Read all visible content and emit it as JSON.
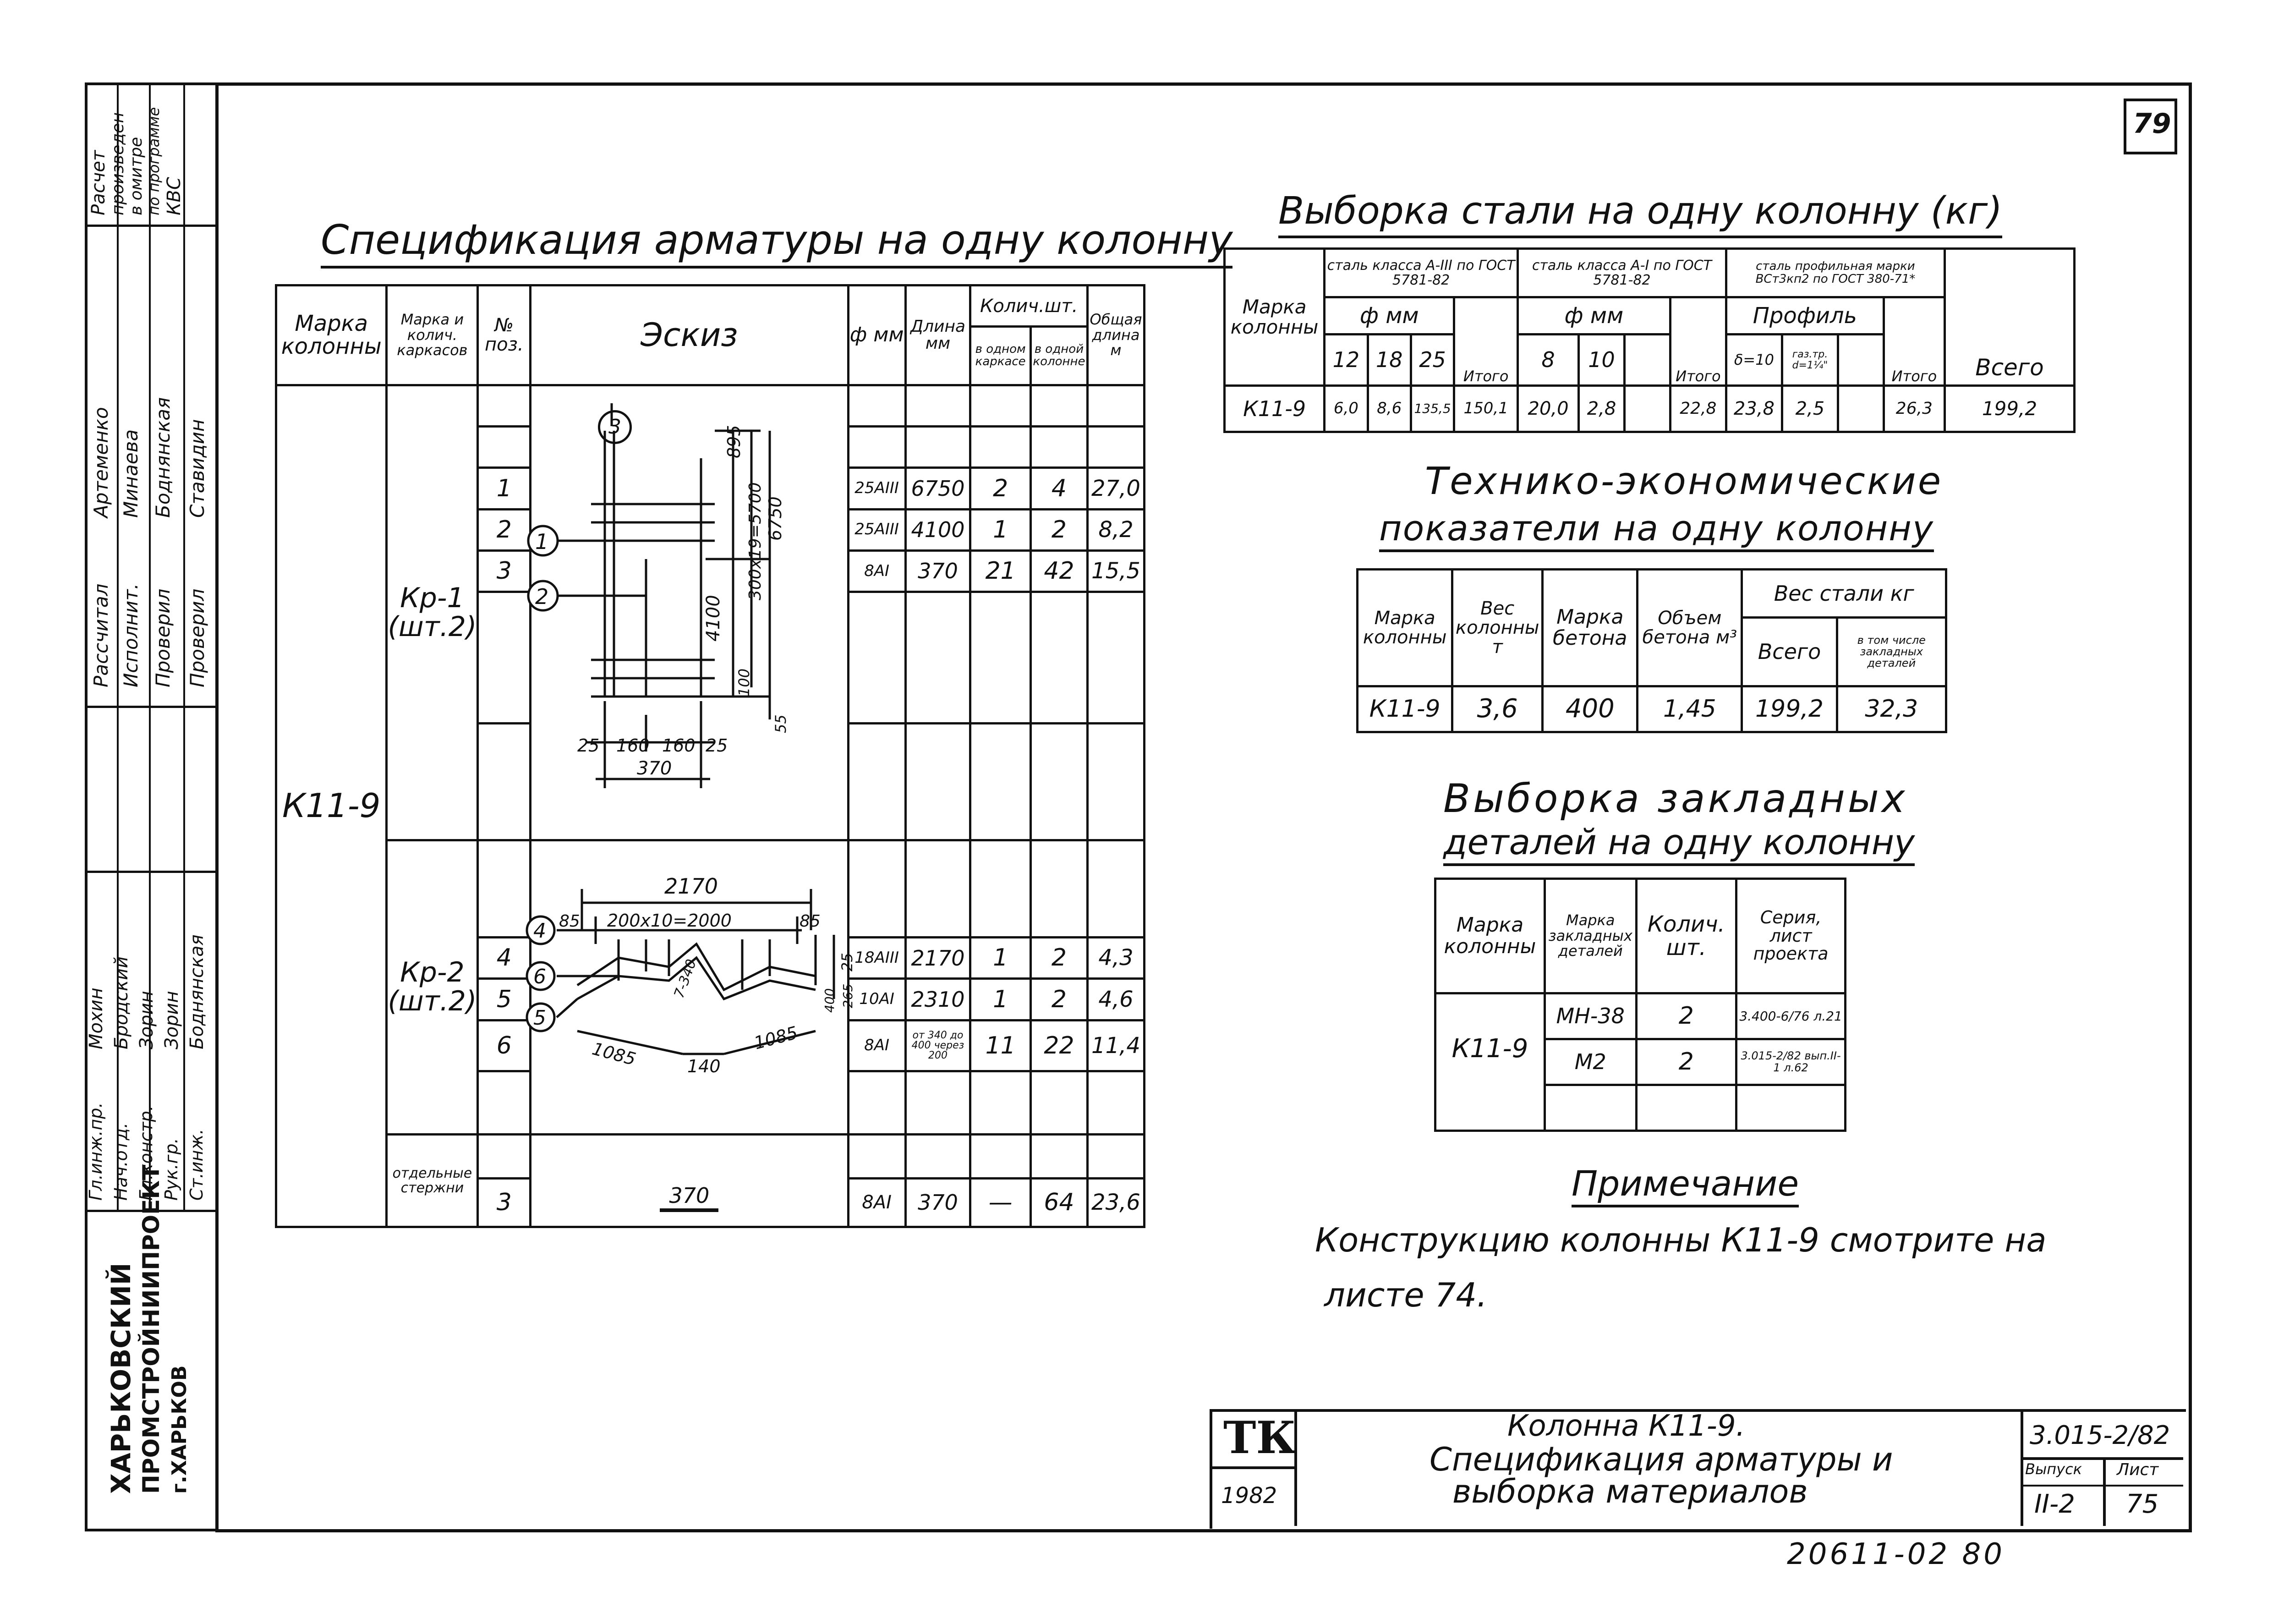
{
  "page_number": "79",
  "stamp": {
    "lines": [
      "Расчет",
      "произведен",
      "в омитре",
      "по программе",
      "КВС"
    ],
    "roles": [
      "Рассчитал",
      "Исполнит.",
      "Проверил",
      "Проверил"
    ],
    "names": [
      "Артеменко",
      "Минаева",
      "Боднянская",
      "Ставидин"
    ],
    "chiefs": [
      "Гл.инж.пр.",
      "Нач.отд.",
      "Гл.констр.",
      "Рук.гр.",
      "Ст.инж."
    ],
    "chief_names": [
      "Мохин",
      "Бродский",
      "Зорин",
      "Зорин",
      "Боднянская"
    ],
    "org": [
      "ХАРЬКОВСКИЙ",
      "ПРОМСТРОЙНИИПРОЕКТ",
      "г.ХАРЬКОВ"
    ]
  },
  "spec": {
    "title": "Спецификация арматуры на одну колонну",
    "headers": {
      "marka": "Марка колонны",
      "karkas": "Марка и колич. каркасов",
      "pos": "№ поз.",
      "eskiz": "Эскиз",
      "phi": "ф мм",
      "dlina": "Длина мм",
      "kolich": "Колич.шт.",
      "v_odnom": "в одном каркасе",
      "v_odnoi": "в одной колонне",
      "obshch": "Общая длина м"
    },
    "column_mark": "К11-9",
    "groups": [
      {
        "name": "Кр-1 (шт.2)",
        "rows": [
          {
            "pos": "1",
            "phi": "25АIII",
            "len": "6750",
            "per_frame": "2",
            "per_col": "4",
            "total": "27,0"
          },
          {
            "pos": "2",
            "phi": "25АIII",
            "len": "4100",
            "per_frame": "1",
            "per_col": "2",
            "total": "8,2"
          },
          {
            "pos": "3",
            "phi": "8АI",
            "len": "370",
            "per_frame": "21",
            "per_col": "42",
            "total": "15,5"
          }
        ],
        "sketch": {
          "callouts": [
            "③",
            "①",
            "②"
          ],
          "dims": [
            "895",
            "300x19=5700",
            "6750",
            "4100",
            "100",
            "55",
            "25",
            "160",
            "160",
            "25",
            "370"
          ]
        }
      },
      {
        "name": "Кр-2 (шт.2)",
        "rows": [
          {
            "pos": "4",
            "phi": "18АIII",
            "len": "2170",
            "per_frame": "1",
            "per_col": "2",
            "total": "4,3"
          },
          {
            "pos": "5",
            "phi": "10АI",
            "len": "2310",
            "per_frame": "1",
            "per_col": "2",
            "total": "4,6"
          },
          {
            "pos": "6",
            "phi": "8АI",
            "len": "от 340 до 400 через 200",
            "per_frame": "11",
            "per_col": "22",
            "total": "11,4"
          }
        ],
        "sketch": {
          "callouts": [
            "④",
            "⑥",
            "⑤"
          ],
          "dims": [
            "2170",
            "85",
            "200x10=2000",
            "85",
            "25",
            "400",
            "265",
            "7-340",
            "1085",
            "140",
            "1085"
          ]
        }
      },
      {
        "name": "отдельные стержни",
        "rows": [
          {
            "pos": "3",
            "phi": "8АI",
            "len": "370",
            "per_frame": "—",
            "per_col": "64",
            "total": "23,6"
          }
        ],
        "sketch": {
          "dims": [
            "370"
          ]
        }
      }
    ]
  },
  "steel": {
    "title": "Выборка стали на одну колонну (кг)",
    "h_marka": "Марка колонны",
    "h_a3": "сталь класса А-III по ГОСТ 5781-82",
    "h_a1": "сталь класса А-I по ГОСТ 5781-82",
    "h_prof": "сталь профильная марки ВСт3кп2 по ГОСТ 380-71*",
    "h_phi": "ф мм",
    "h_profile": "Профиль",
    "sub_a3": [
      "12",
      "18",
      "25",
      "Итого"
    ],
    "sub_a1": [
      "8",
      "10",
      "",
      "Итого"
    ],
    "sub_prof": [
      "δ=10",
      "газ.тр. d=1¼\"",
      "",
      "Итого"
    ],
    "h_total": "Всего",
    "row": {
      "mark": "К11-9",
      "a3": [
        "6,0",
        "8,6",
        "135,5",
        "150,1"
      ],
      "a1": [
        "20,0",
        "2,8",
        "",
        "22,8"
      ],
      "prof": [
        "23,8",
        "2,5",
        "",
        "26,3"
      ],
      "total": "199,2"
    }
  },
  "tep": {
    "title1": "Технико-экономические",
    "title2": "показатели на одну колонну",
    "h": [
      "Марка колонны",
      "Вес колонны т",
      "Марка бетона",
      "Объем бетона м³",
      "Вес стали кг",
      "Всего",
      "в том числе закладных деталей"
    ],
    "row": [
      "К11-9",
      "3,6",
      "400",
      "1,45",
      "199,2",
      "32,3"
    ]
  },
  "embedded": {
    "title1": "Выборка закладных",
    "title2": "деталей на одну колонну",
    "h": [
      "Марка колонны",
      "Марка закладных деталей",
      "Колич. шт.",
      "Серия, лист проекта"
    ],
    "mark": "К11-9",
    "rows": [
      {
        "detail": "МН-38",
        "qty": "2",
        "series": "3.400-6/76 л.21"
      },
      {
        "detail": "М2",
        "qty": "2",
        "series": "3.015-2/82 вып.II-1 л.62"
      }
    ]
  },
  "note": {
    "title": "Примечание",
    "line1": "Конструкцию колонны К11-9 смотрите на",
    "line2": "листе 74."
  },
  "titleblock": {
    "tk": "ТК",
    "year": "1982",
    "title1": "Колонна К11-9.",
    "title2": "Спецификация арматуры и",
    "title3": "выборка материалов",
    "series": "3.015-2/82",
    "h_vyp": "Выпуск",
    "vyp": "II-2",
    "h_list": "Лист",
    "list": "75"
  },
  "bottom_number": "20611-02   80"
}
